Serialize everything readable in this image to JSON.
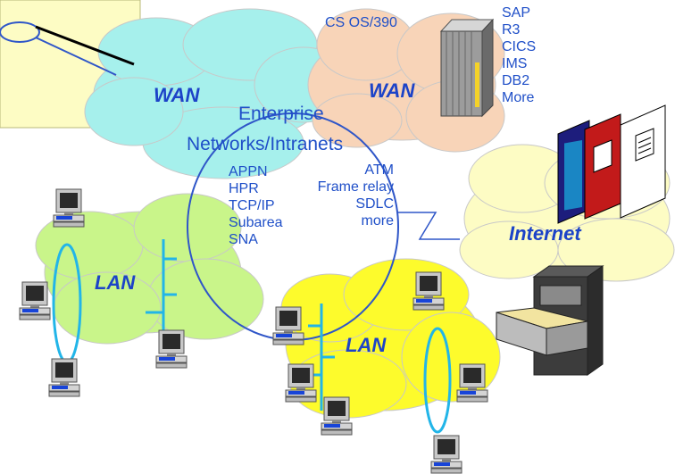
{
  "clouds": {
    "wan_left": "WAN",
    "wan_right": "WAN",
    "internet": "Internet",
    "lan_left": "LAN",
    "lan_right": "LAN"
  },
  "center": {
    "line1": "Enterprise",
    "line2": "Networks/Intranets"
  },
  "mainframe_label": "CS OS/390",
  "applications": [
    "SAP",
    "R3",
    "CICS",
    "IMS",
    "DB2",
    "More"
  ],
  "protocols": [
    "APPN",
    "HPR",
    "TCP/IP",
    "Subarea",
    "SNA"
  ],
  "links": [
    "ATM",
    "Frame relay",
    "SDLC",
    "more"
  ],
  "colors": {
    "wan_left_cloud": "#a6f0ec",
    "wan_right_cloud": "#f8d4b8",
    "internet_cloud": "#fdfcc4",
    "lan_left_cloud": "#c9f58a",
    "lan_right_cloud": "#fdfb2c",
    "corner_box": "#fdfcc4",
    "ring_lines": "#2f56c8",
    "lan_bus": "#22b5e8",
    "text": "#1f4fc8"
  }
}
